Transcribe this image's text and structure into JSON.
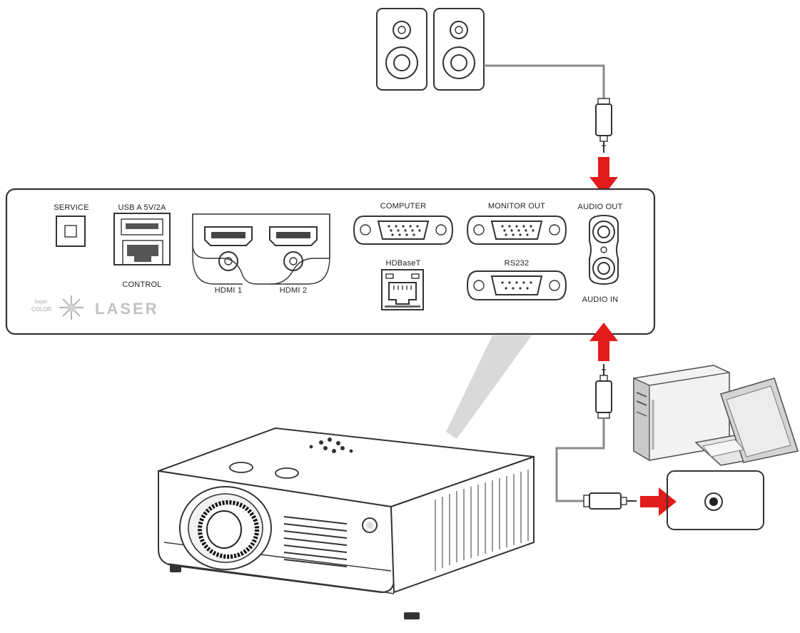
{
  "ports": {
    "service": "SERVICE",
    "usb_a": "USB A  5V/2A",
    "control": "CONTROL",
    "hdmi1": "HDMI 1",
    "hdmi2": "HDMI 2",
    "computer": "COMPUTER",
    "hdbaset": "HDBaseT",
    "monitor_out": "MONITOR OUT",
    "rs232": "RS232",
    "audio_out": "AUDIO OUT",
    "audio_in": "AUDIO IN"
  },
  "logo": {
    "super": "Super",
    "color": "COLOR",
    "laser": "LASER"
  },
  "colors": {
    "arrow": "#e21b1b",
    "outline": "#333333",
    "cable": "#8a8a8a",
    "beam": "#d6d6d6"
  },
  "icons": [
    "speaker-icon",
    "audio-jack-icon",
    "red-arrow-icon",
    "computer-tower-icon",
    "laptop-icon",
    "projector-icon"
  ]
}
